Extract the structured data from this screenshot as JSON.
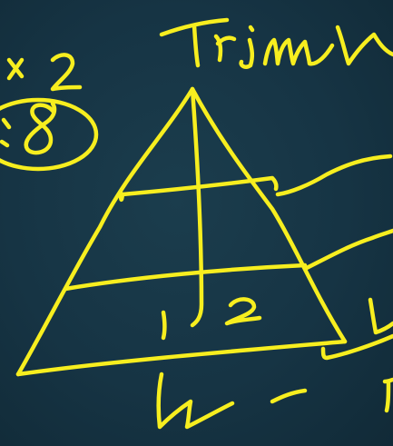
{
  "canvas": {
    "ink_color": "#f7ee1f",
    "background_color": "#163444"
  },
  "handwriting": {
    "heading": "Trim",
    "circled_number": "8",
    "multiplier": "x2",
    "left_cell": "1",
    "right_cell": "2",
    "base_letter": "W"
  }
}
